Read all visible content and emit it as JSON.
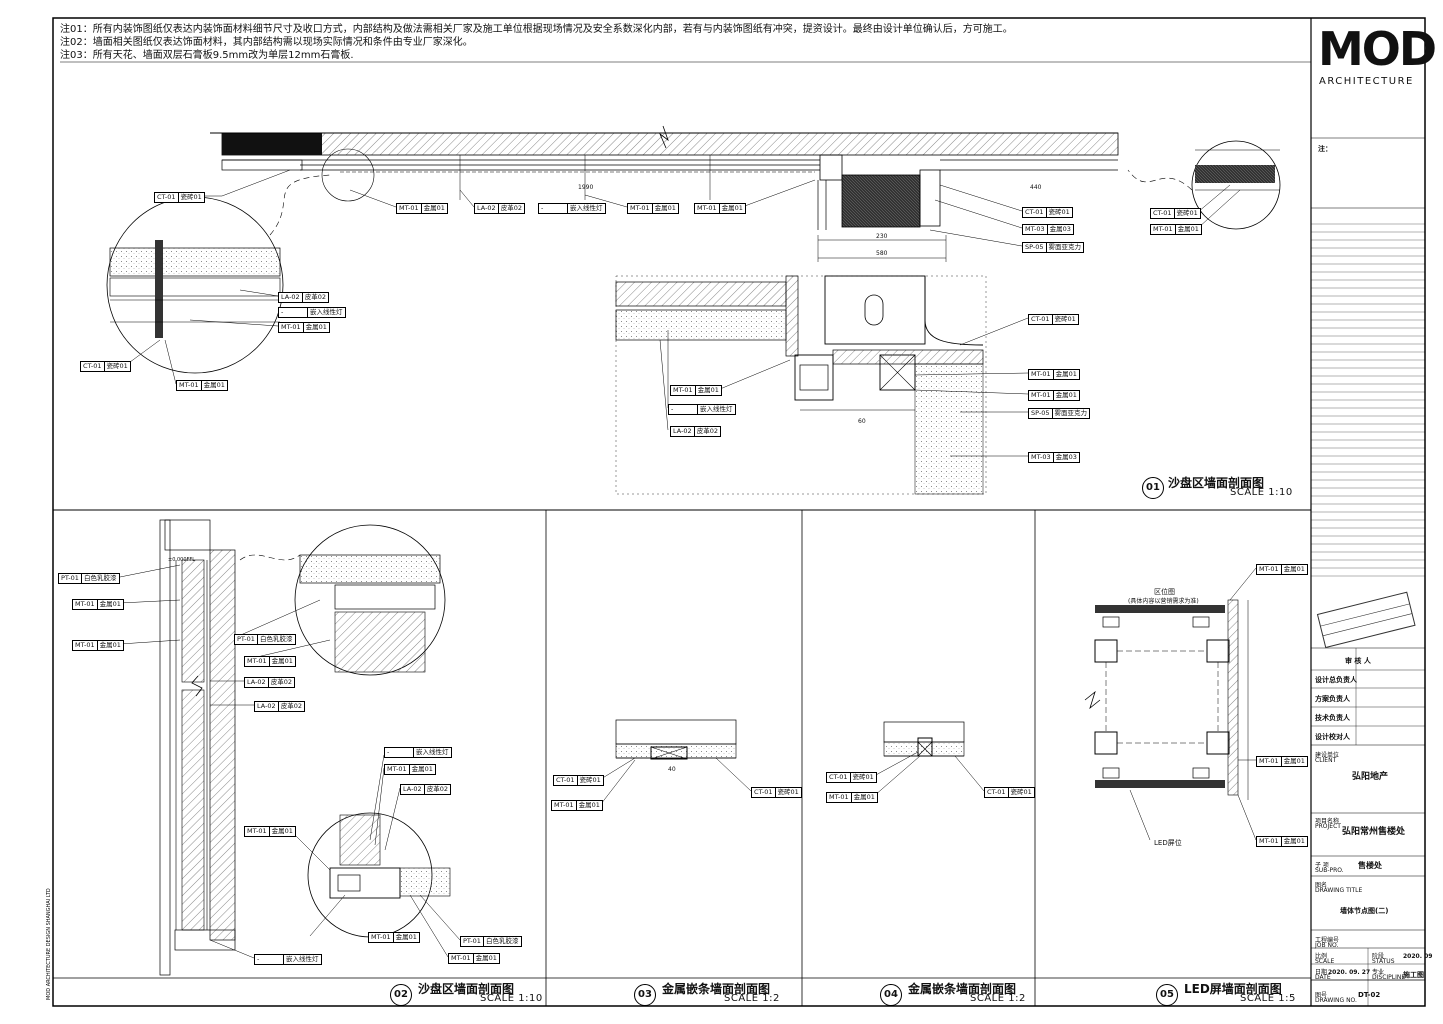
{
  "notes": [
    "注01：所有内装饰图纸仅表达内装饰面材料细节尺寸及收口方式，内部结构及做法需相关厂家及施工单位根据现场情况及安全系数深化内部，若有与内装饰图纸有冲突，提资设计。最终由设计单位确认后，方可施工。",
    "注02：墙面相关图纸仅表达饰面材料，其内部结构需以现场实际情况和条件由专业厂家深化。",
    "注03：所有天花、墙面双层石膏板9.5mm改为单层12mm石膏板."
  ],
  "drawings": [
    {
      "num": "01",
      "title": "沙盘区墙面剖面图",
      "scale": "SCALE  1:10"
    },
    {
      "num": "02",
      "title": "沙盘区墙面剖面图",
      "scale": "SCALE  1:10"
    },
    {
      "num": "03",
      "title": "金属嵌条墙面剖面图",
      "scale": "SCALE  1:2"
    },
    {
      "num": "04",
      "title": "金属嵌条墙面剖面图",
      "scale": "SCALE  1:2"
    },
    {
      "num": "05",
      "title": "LED屏墙面剖面图",
      "scale": "SCALE  1:5"
    }
  ],
  "tags": {
    "ct01": "CT-01",
    "ct01_t": "瓷砖01",
    "mt01": "MT-01",
    "mt01_t": "金属01",
    "mt03": "MT-03",
    "mt03_t": "金属03",
    "la02": "LA-02",
    "la02_t": "皮革02",
    "sp05": "SP-05",
    "sp05_t": "雾面亚克力",
    "pt01": "PT-01",
    "pt01_t": "白色乳胶漆",
    "dash": "-",
    "light_t": "嵌入线性灯"
  },
  "labels": {
    "zone_pic": "区位图",
    "zone_pic_sub": "(具体内容以营销需求为准)",
    "led_pos": "LED屏位",
    "dim_1990": "1990",
    "dim_440": "440",
    "dim_230": "230",
    "dim_580": "580",
    "dim_60": "60",
    "dim_40": "40",
    "ffl": "±0.000FFL"
  },
  "logo": {
    "main": "MOD",
    "sub": "ARCHITECTURE"
  },
  "title_block": {
    "notes_head": "注：",
    "reviewer": "审 核 人",
    "design_lead": "设计总负责人",
    "scheme_lead": "方案负责人",
    "tech_lead": "技术负责人",
    "design_check": "设计校对人",
    "client_label": "建设单位",
    "client_label_en": "CLIENT",
    "client": "弘阳地产",
    "project_label": "项目名称",
    "project_label_en": "PROJECT",
    "project": "弘阳常州售楼处",
    "subproj_label": "子 项",
    "subproj_label_en": "SUB-PRO.",
    "subproj": "售楼处",
    "dtitle_label": "图名",
    "dtitle_label_en": "DRAWING TITLE",
    "dtitle": "墙体节点图(二)",
    "job_label": "工程编号",
    "job_label_en": "JOB NO.",
    "scale_label": "比例",
    "scale_label_en": "SCALE",
    "status_label": "阶段",
    "status_label_en": "STATUS",
    "date_label": "日期",
    "date_label_en": "DATE",
    "date": "2020. 09. 27",
    "date_top": "2020. 09",
    "spec_label": "专业",
    "spec_label_en": "DISCIPLINE",
    "spec": "施工图",
    "dwg_label": "图号",
    "dwg_label_en": "DRAWING NO.",
    "dwg": "DT-02"
  }
}
